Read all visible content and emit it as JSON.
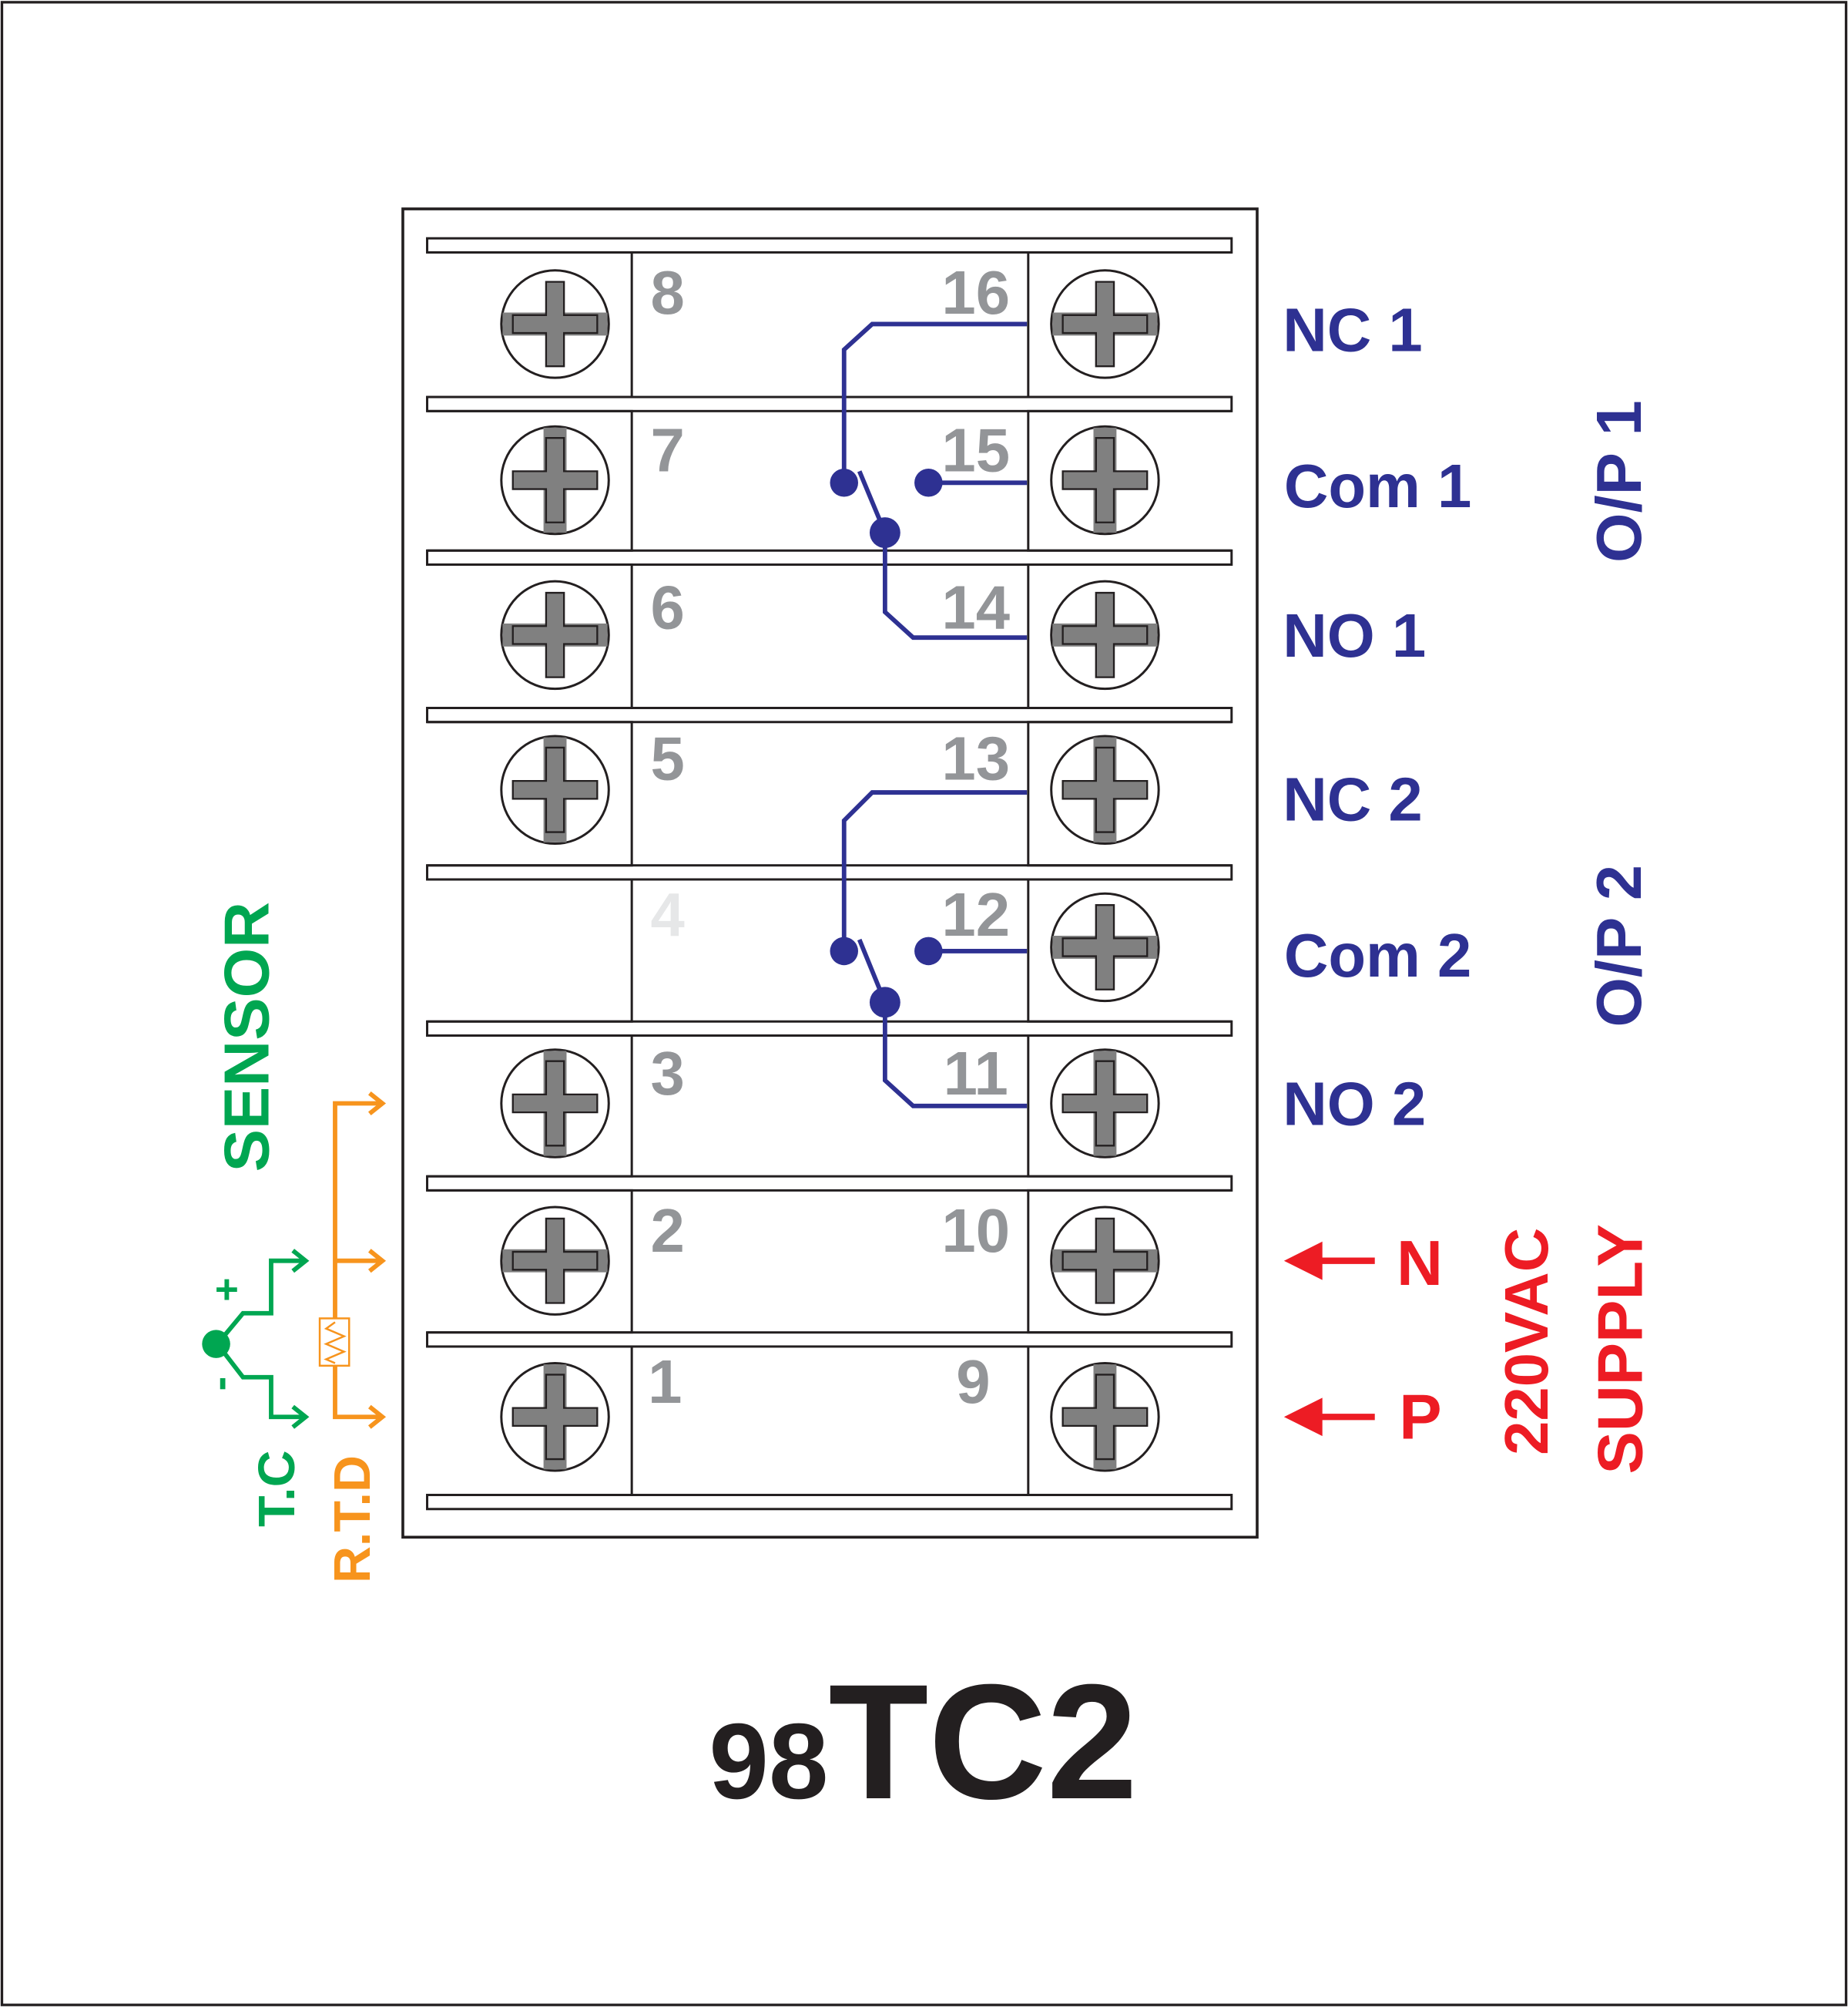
{
  "colors": {
    "frame": "#231f20",
    "terminal_number": "#939598",
    "terminal_number_unused": "#e6e7e8",
    "screw_fill": "#808080",
    "output": "#2e3192",
    "supply": "#ed1c24",
    "thermocouple": "#00a651",
    "rtd": "#f7941d",
    "model": "#231f20"
  },
  "terminals": {
    "left": [
      {
        "num": "8",
        "screw": true
      },
      {
        "num": "7",
        "screw": true
      },
      {
        "num": "6",
        "screw": true
      },
      {
        "num": "5",
        "screw": true
      },
      {
        "num": "4",
        "screw": false
      },
      {
        "num": "3",
        "screw": true
      },
      {
        "num": "2",
        "screw": true
      },
      {
        "num": "1",
        "screw": true
      }
    ],
    "right": [
      {
        "num": "16",
        "label": "NC 1"
      },
      {
        "num": "15",
        "label": "Com 1"
      },
      {
        "num": "14",
        "label": "NO 1"
      },
      {
        "num": "13",
        "label": "NC 2"
      },
      {
        "num": "12",
        "label": "Com 2"
      },
      {
        "num": "11",
        "label": "NO 2"
      },
      {
        "num": "10",
        "label": "N"
      },
      {
        "num": "9",
        "label": "P"
      }
    ]
  },
  "output_groups": [
    "O/P 1",
    "O/P 2"
  ],
  "supply": {
    "voltage": "220VAC",
    "title": "SUPPLY"
  },
  "sensor": {
    "title": "SENSOR",
    "tc_label": "T.C",
    "rtd_label": "R.T.D",
    "plus": "+",
    "minus": "-"
  },
  "model": {
    "prefix": "98",
    "suffix": "TC2"
  }
}
